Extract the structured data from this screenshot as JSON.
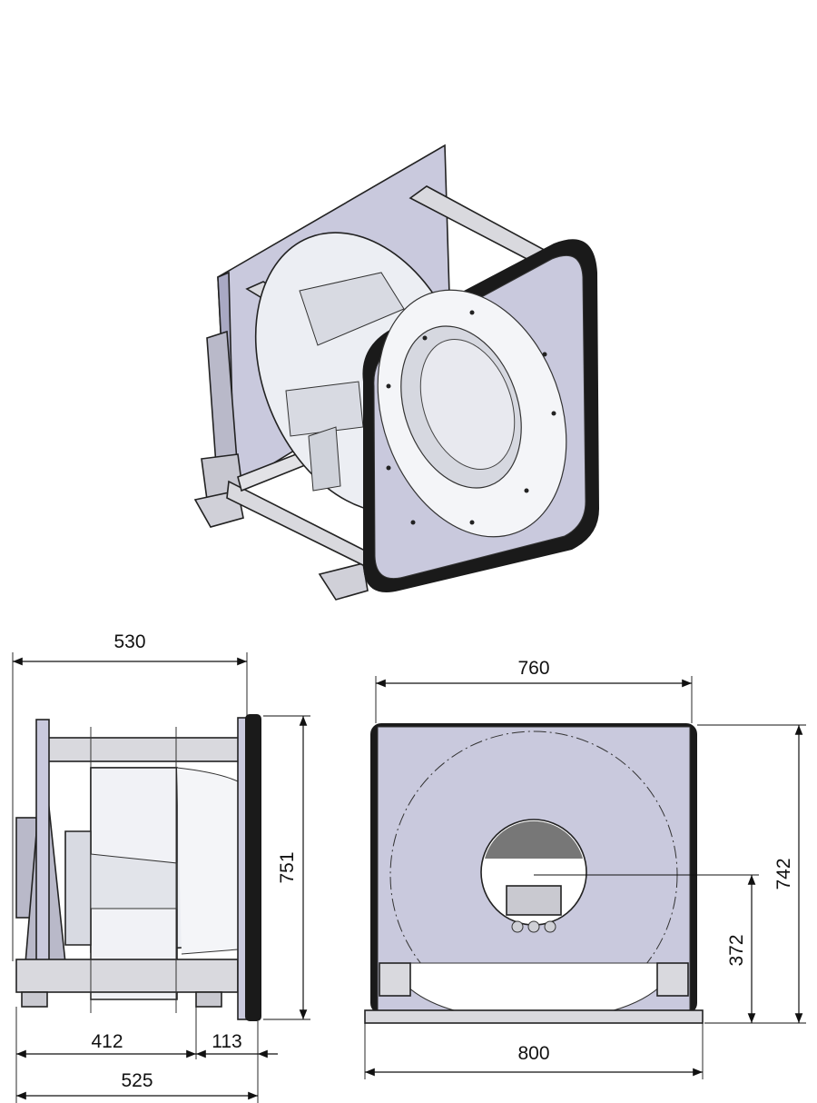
{
  "colors": {
    "housing": "#c9c9dd",
    "housing_dark": "#a9a9c4",
    "metal": "#d9d9de",
    "impeller": "#eceef3",
    "gasket": "#1a1a1a",
    "line": "#111111"
  },
  "dimensions": {
    "side_depth_top": "530",
    "side_height": "751",
    "side_length_412": "412",
    "side_length_113": "113",
    "side_length_525": "525",
    "front_width_760": "760",
    "front_height_742": "742",
    "front_axis_height": "372",
    "front_base_width": "800"
  }
}
